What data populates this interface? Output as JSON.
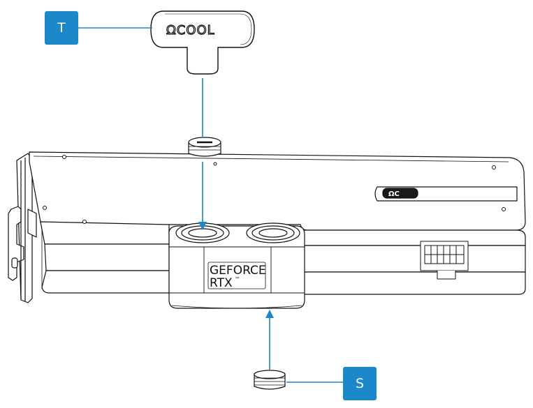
{
  "labels": {
    "top_tag": "T",
    "bottom_tag": "S"
  },
  "parts": {
    "tool_logo": "ΩCOOL",
    "block_text_line1": "GEFORCE",
    "block_text_line2": "RTX",
    "block_text_tm": "™",
    "terminal_logo": "ΩC"
  },
  "colors": {
    "accent": "#1a88c9",
    "line": "#111111",
    "fill_light": "#f4f4f4",
    "fill_dark": "#1a1a1a"
  },
  "icons": {
    "top_tag_icon": "tool-icon",
    "bottom_tag_icon": "plug-icon"
  }
}
